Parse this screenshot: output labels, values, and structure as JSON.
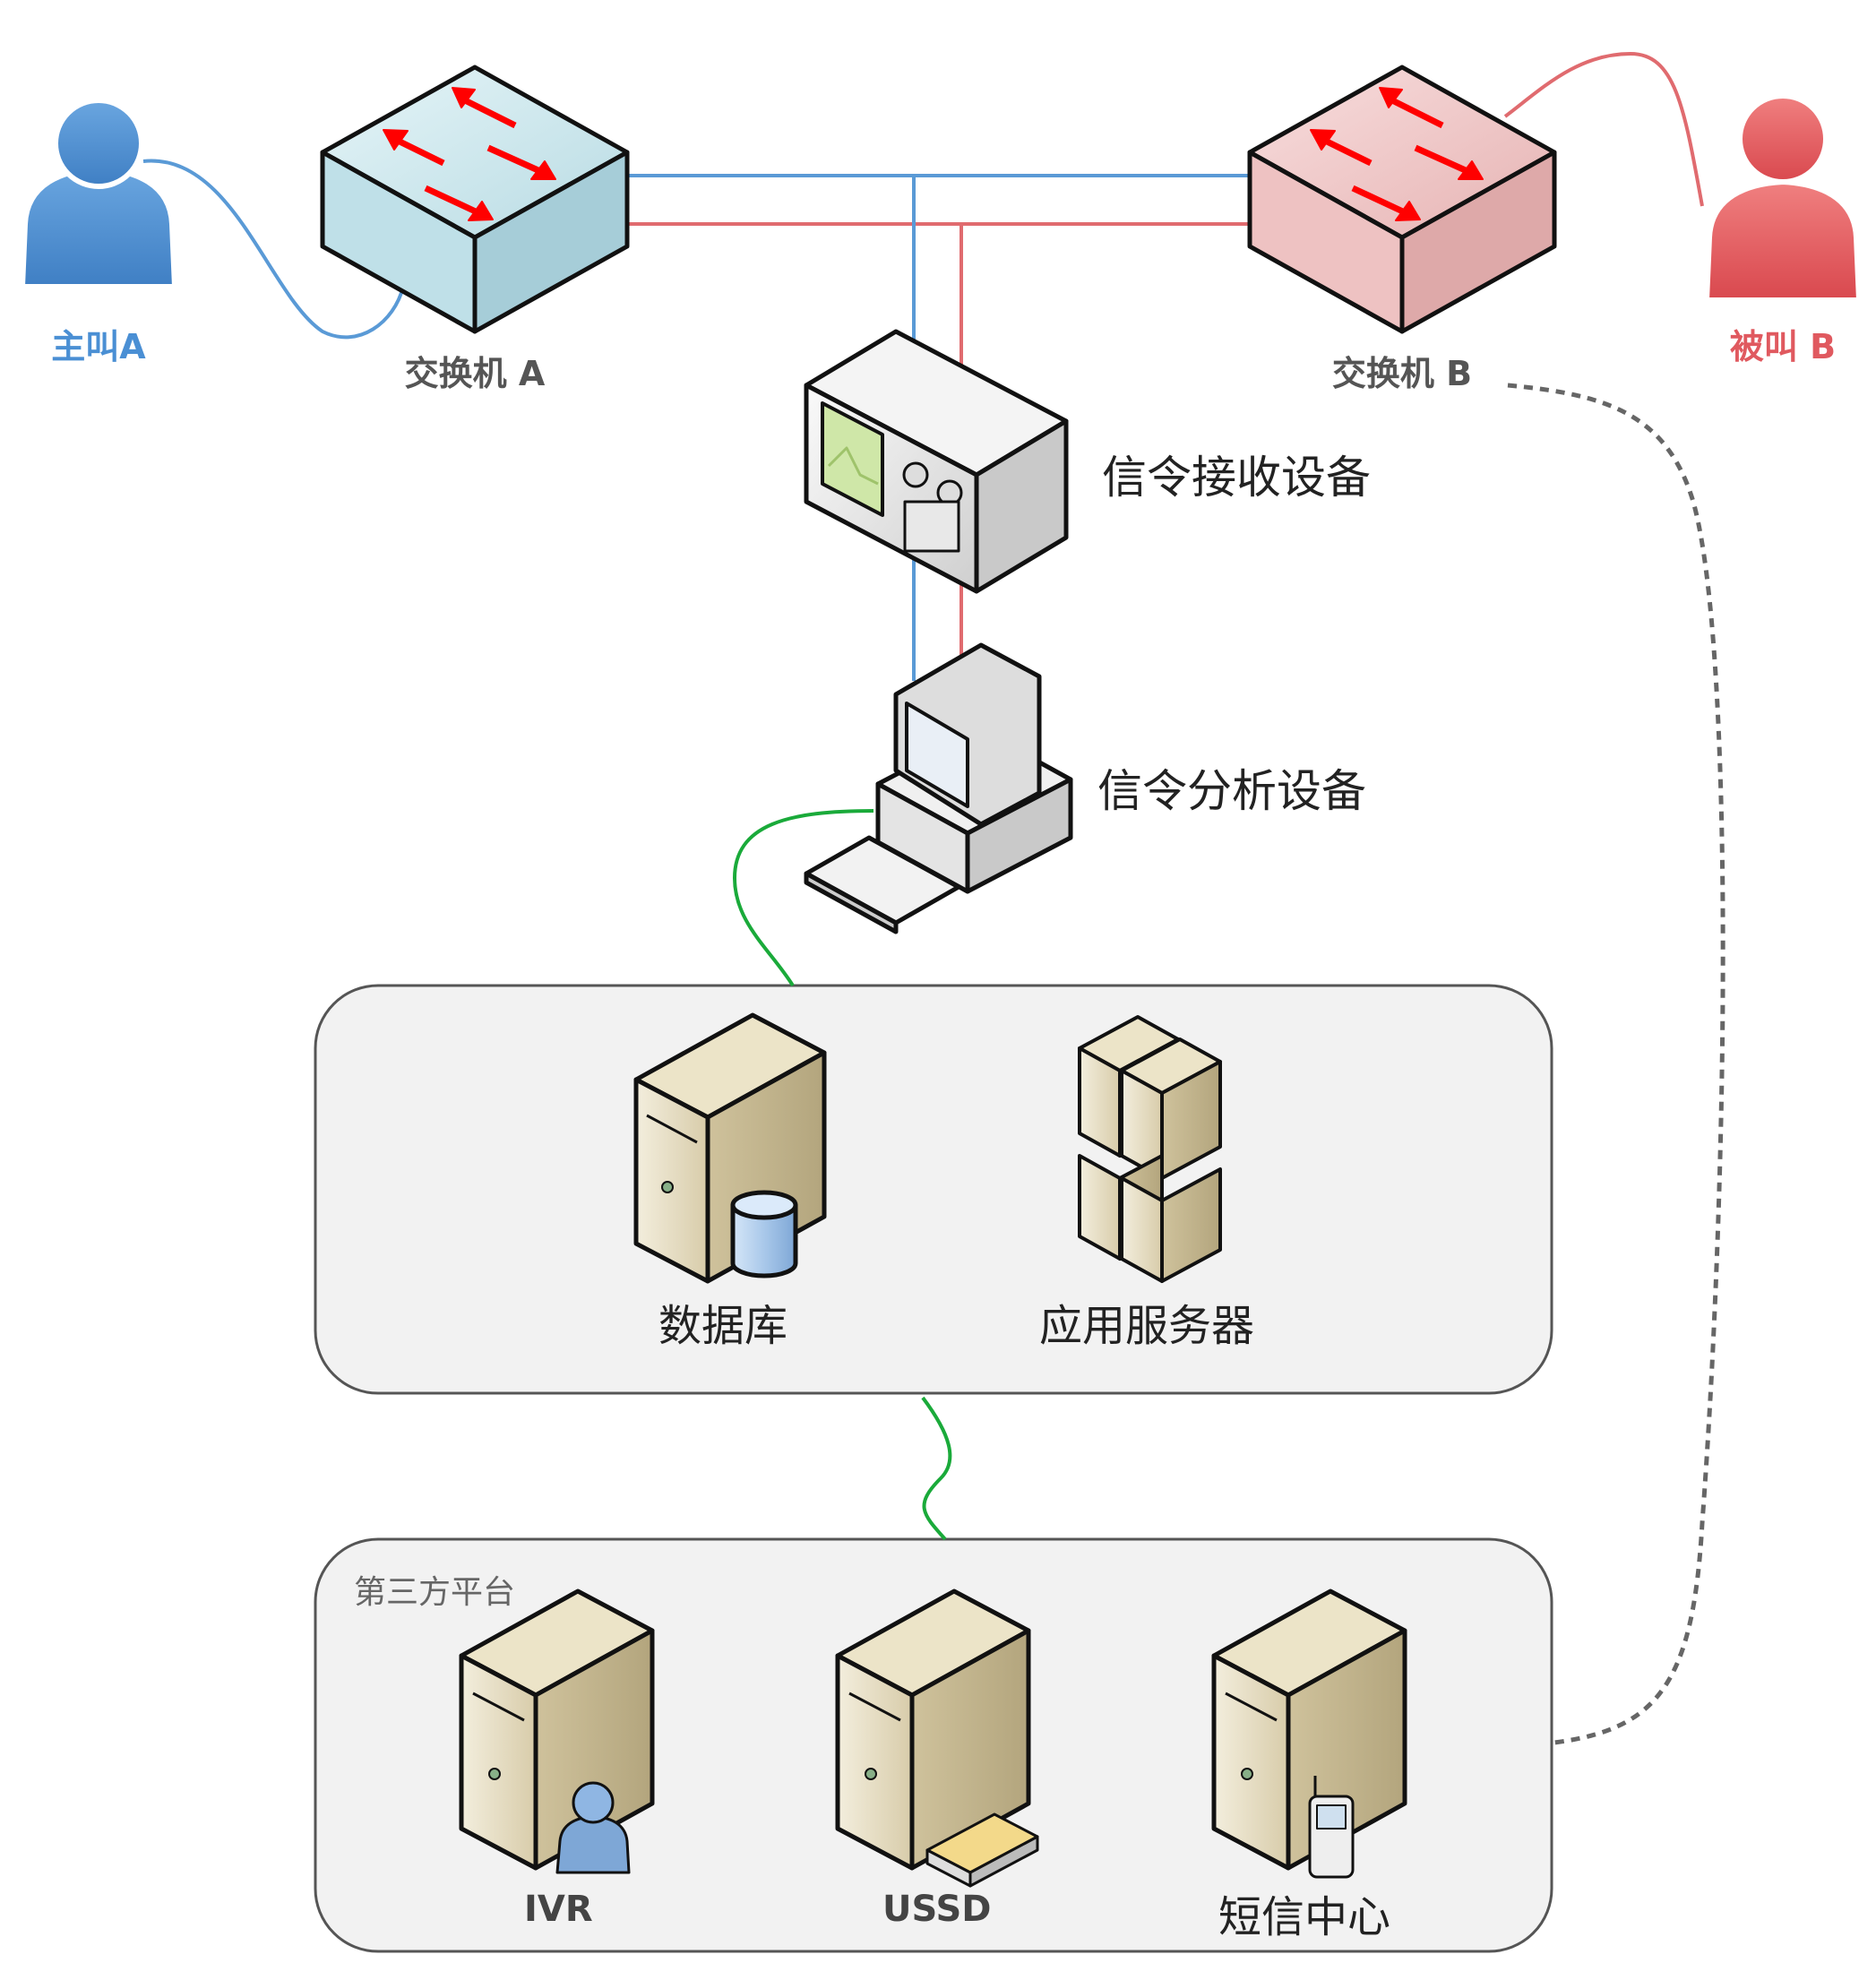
{
  "colors": {
    "caller": "#4a8fd4",
    "callee": "#e0595f",
    "link_blue": "#5a9ad6",
    "link_red": "#e06b6f",
    "link_green": "#1aaa3a",
    "dashed": "#666666",
    "group_fill": "#f2f2f2",
    "group_stroke": "#555555",
    "switch_a_fill": "#cfe8ee",
    "switch_b_fill": "#f0c4c4",
    "server_fill": "#d9cfb0"
  },
  "nodes": {
    "caller": {
      "label": "主叫A",
      "icon": "user-icon"
    },
    "callee": {
      "label": "被叫 B",
      "icon": "user-icon"
    },
    "switch_a": {
      "label": "交换机 A",
      "icon": "network-switch-icon"
    },
    "switch_b": {
      "label": "交换机 B",
      "icon": "network-switch-icon"
    },
    "receiver": {
      "label": "信令接收设备",
      "icon": "signal-receiver-icon"
    },
    "analyzer": {
      "label": "信令分析设备",
      "icon": "workstation-icon"
    }
  },
  "groups": {
    "core": {
      "title": "",
      "items": [
        {
          "label": "数据库",
          "icon": "database-server-icon"
        },
        {
          "label": "应用服务器",
          "icon": "server-cluster-icon"
        }
      ]
    },
    "third_party": {
      "title": "第三方平台",
      "items": [
        {
          "label": "IVR",
          "icon": "ivr-server-icon"
        },
        {
          "label": "USSD",
          "icon": "ussd-server-icon"
        },
        {
          "label": "短信中心",
          "icon": "sms-server-icon"
        }
      ]
    }
  }
}
